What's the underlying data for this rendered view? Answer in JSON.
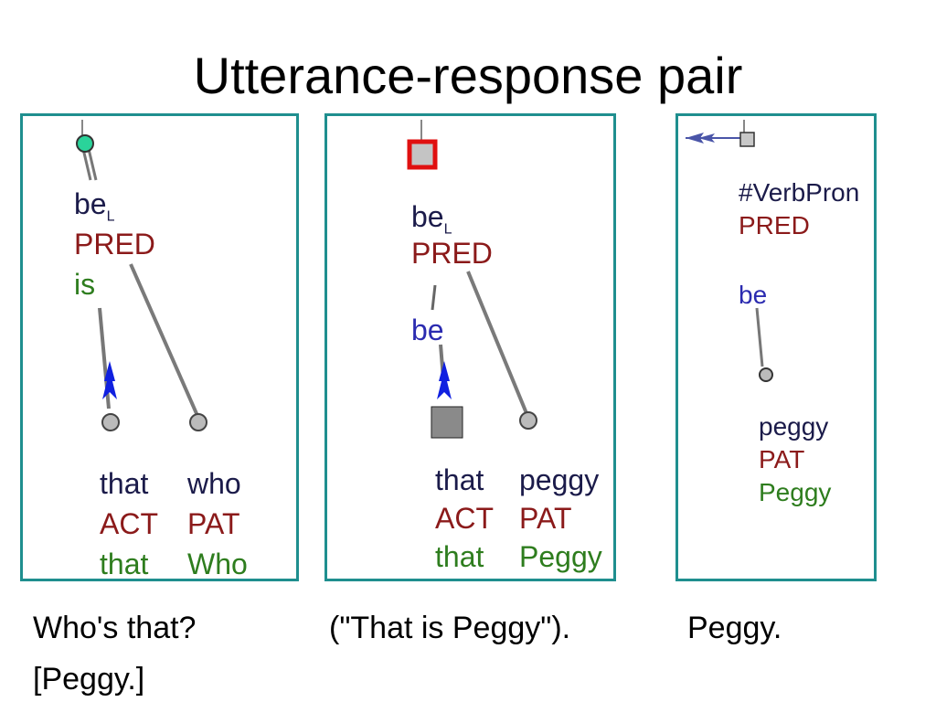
{
  "title": "Utterance-response pair",
  "colors": {
    "border": "#1f8f8f",
    "lemma": "#1b1b4a",
    "functor": "#8b1a1a",
    "form": "#2e7d1e",
    "aux": "#2b2bb0",
    "arrow": "#1020e0",
    "edge": "#7a7a7a",
    "red_box": "#e01010",
    "green_node": "#2ad39a"
  },
  "panels": [
    {
      "id": "panel1",
      "root": {
        "lemma": "be",
        "sub": "L",
        "functor": "PRED",
        "form": "is"
      },
      "left": {
        "lemma": "that",
        "functor": "ACT",
        "form": "that"
      },
      "right": {
        "lemma": "who",
        "functor": "PAT",
        "form": "Who"
      }
    },
    {
      "id": "panel2",
      "root": {
        "lemma": "be",
        "sub": "L",
        "functor": "PRED",
        "aux": "be"
      },
      "left": {
        "lemma": "that",
        "functor": "ACT",
        "form": "that"
      },
      "right": {
        "lemma": "peggy",
        "functor": "PAT",
        "form": "Peggy"
      }
    },
    {
      "id": "panel3",
      "root": {
        "lemma": "#VerbPron",
        "functor": "PRED",
        "aux": "be"
      },
      "child": {
        "lemma": "peggy",
        "functor": "PAT",
        "form": "Peggy"
      }
    }
  ],
  "captions": {
    "left_line1": "Who's that?",
    "left_line2": "[Peggy.]",
    "middle": "(\"That is Peggy\").",
    "right": "Peggy."
  }
}
